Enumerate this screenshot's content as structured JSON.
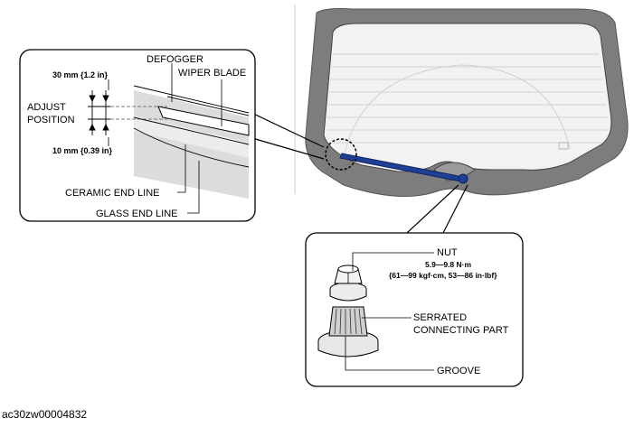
{
  "detail_left": {
    "dim_top": "30 mm {1.2 in}",
    "adjust_line1": "ADJUST",
    "adjust_line2": "POSITION",
    "dim_bottom": "10 mm {0.39 in}",
    "defogger": "DEFOGGER",
    "wiper_blade": "WIPER BLADE",
    "ceramic_end_line": "CERAMIC END LINE",
    "glass_end_line": "GLASS END LINE"
  },
  "detail_nut": {
    "nut": "NUT",
    "torque": "5.9—9.8 N·m",
    "torque_alt": "{61—99 kgf·cm, 53—86 in·lbf}",
    "serrated_line1": "SERRATED",
    "serrated_line2": "CONNECTING PART",
    "groove": "GROOVE"
  },
  "figure_code": "ac30zw00004832",
  "colors": {
    "frame": "#7d7d7d",
    "glass": "#f2f2f2",
    "wiper": "#1f3f95",
    "ceramic": "#d9d9d9"
  }
}
